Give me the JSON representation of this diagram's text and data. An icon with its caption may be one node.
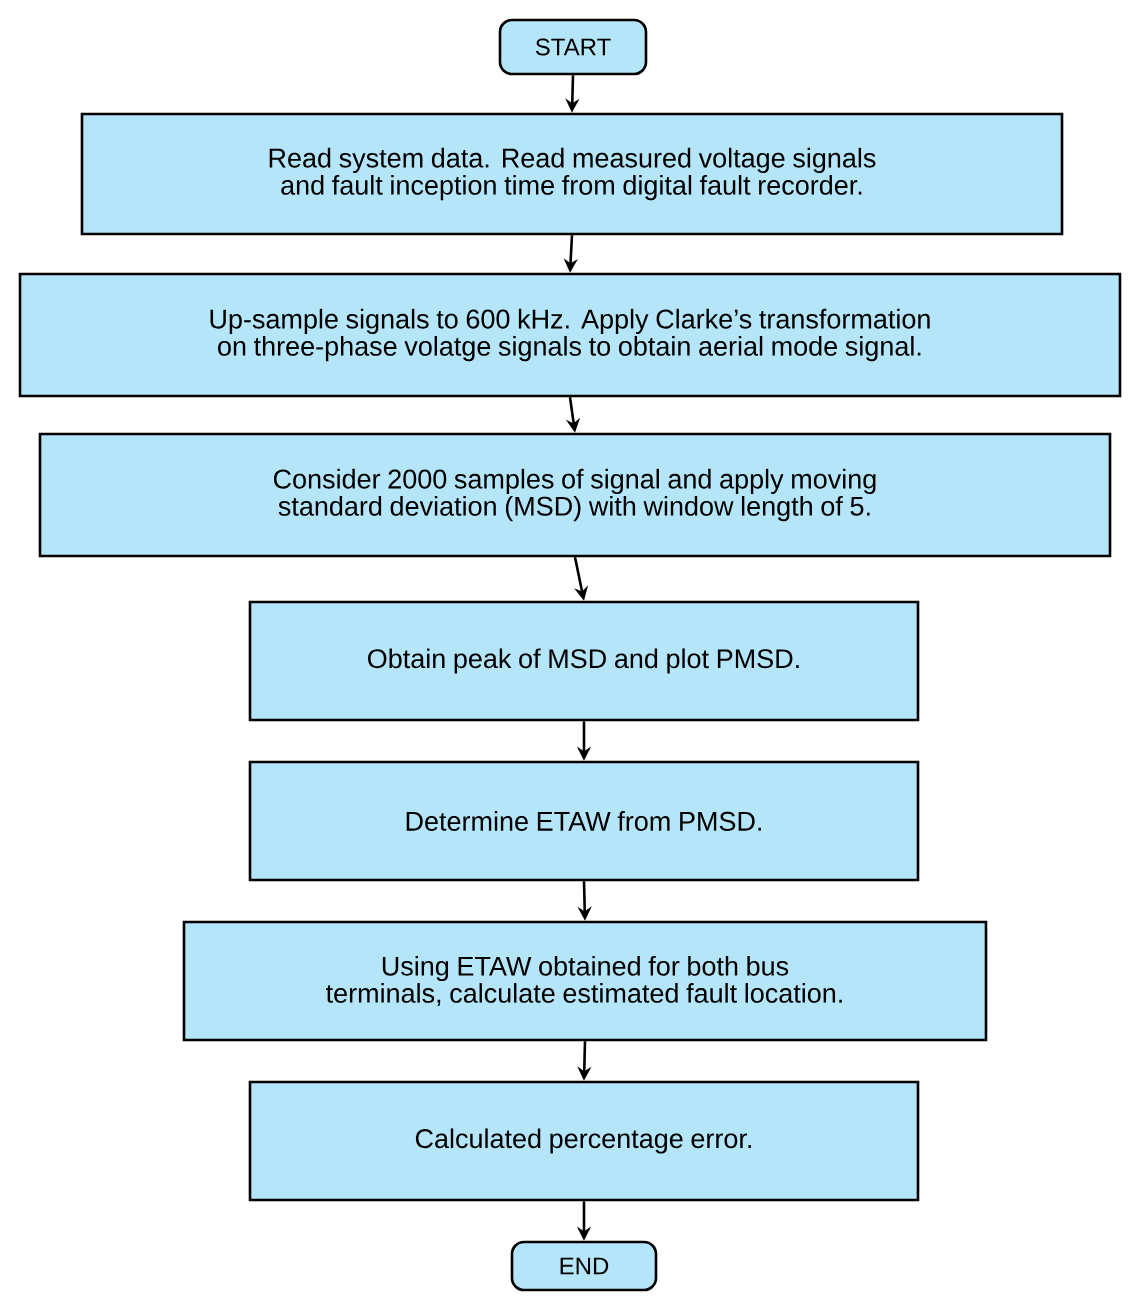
{
  "diagram": {
    "nodes": [
      {
        "text": [
          "START"
        ]
      },
      {
        "text": [
          "Read system data. Read measured voltage signals and fault inception time from digital fault recorder."
        ]
      },
      {
        "text": [
          "Up-sample signals to 600 kHz. Apply Clarke’s transformation on three-phase volatge signals to obtain aerial mode signal."
        ]
      },
      {
        "text": [
          "Consider 2000 samples of signal and apply moving standard deviation (MSD) with window length of 5."
        ]
      },
      {
        "text": [
          "Obtain peak of MSD and plot PMSD."
        ]
      },
      {
        "text": [
          "Determine ETAW from PMSD."
        ]
      },
      {
        "text": [
          "Using ETAW obtained for both bus terminals, calculate estimated fault location."
        ]
      },
      {
        "text": [
          "Calculated percentage error."
        ]
      },
      {
        "text": [
          "END"
        ]
      }
    ],
    "edges": [
      {
        "from": 0,
        "to": 1,
        "arrow": "to"
      },
      {
        "from": 1,
        "to": 2,
        "arrow": "to"
      },
      {
        "from": 2,
        "to": 3,
        "arrow": "to"
      },
      {
        "from": 3,
        "to": 4,
        "arrow": "to"
      },
      {
        "from": 4,
        "to": 5,
        "arrow": "to"
      },
      {
        "from": 5,
        "to": 6,
        "arrow": "to"
      },
      {
        "from": 6,
        "to": 7,
        "arrow": "to"
      },
      {
        "from": 7,
        "to": 8,
        "arrow": "to"
      }
    ]
  }
}
